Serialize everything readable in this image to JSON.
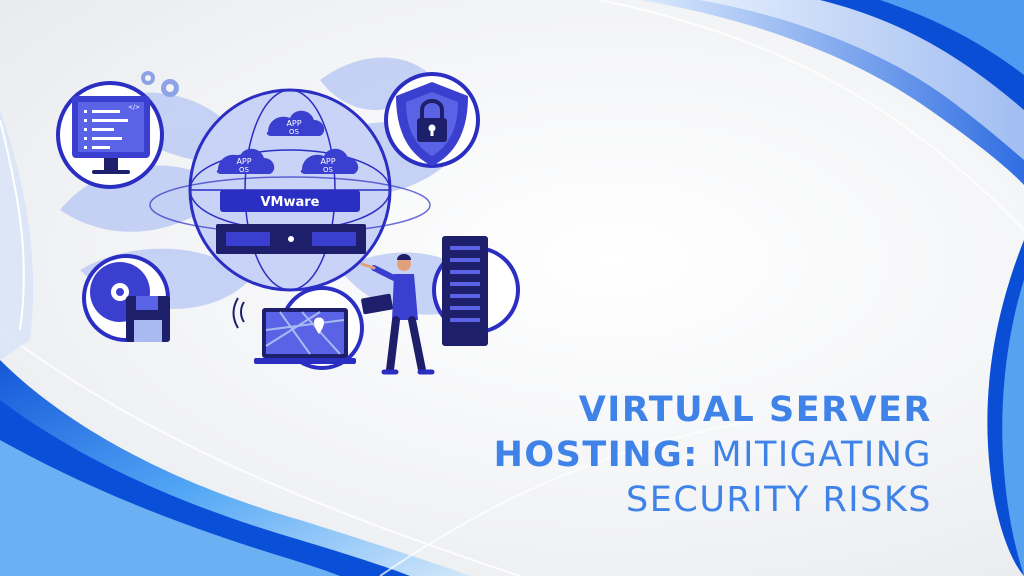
{
  "headline": {
    "line1": "VIRTUAL SERVER",
    "line2_bold": "HOSTING:",
    "line2_light": "MITIGATING",
    "line3": "SECURITY RISKS"
  },
  "illustration": {
    "monitor_code_tag": "</>",
    "cloud_label_top": "APP",
    "cloud_label_bottom": "OS",
    "hypervisor_label": "VMware"
  },
  "colors": {
    "accent": "#3f83e9",
    "deep_blue": "#2b2ec2",
    "navy": "#1e1f6b",
    "light_blue": "#a9b9f1"
  }
}
